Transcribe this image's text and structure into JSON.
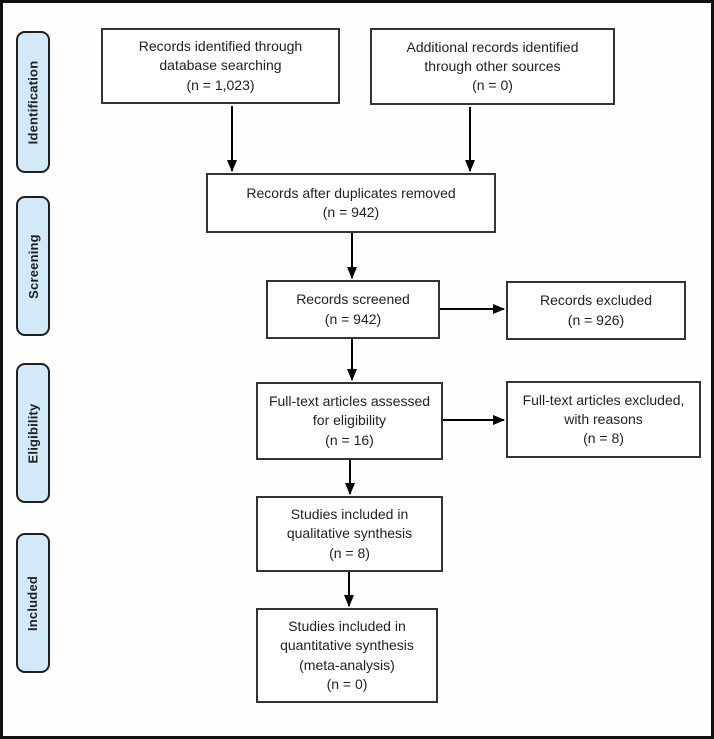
{
  "diagram": {
    "type": "prisma-flow",
    "stages": [
      {
        "label": "Identification"
      },
      {
        "label": "Screening"
      },
      {
        "label": "Eligibility"
      },
      {
        "label": "Included"
      }
    ],
    "boxes": {
      "records_identified": {
        "text": "Records identified through\ndatabase searching\n(n = 1,023)",
        "n": "1,023"
      },
      "additional_records": {
        "text": "Additional records identified\nthrough other sources\n(n = 0)",
        "n": "0"
      },
      "after_duplicates": {
        "text": "Records after duplicates removed\n(n = 942)",
        "n": "942"
      },
      "records_screened": {
        "text": "Records screened\n(n = 942)",
        "n": "942"
      },
      "records_excluded": {
        "text": "Records excluded\n(n = 926)",
        "n": "926"
      },
      "fulltext_assessed": {
        "text": "Full-text articles assessed\nfor eligibility\n(n = 16)",
        "n": "16"
      },
      "fulltext_excluded": {
        "text": "Full-text articles excluded,\nwith reasons\n(n = 8)",
        "n": "8"
      },
      "qualitative": {
        "text": "Studies included in\nqualitative synthesis\n(n = 8)",
        "n": "8"
      },
      "quantitative": {
        "text": "Studies included in\nquantitative synthesis\n(meta-analysis)\n(n = 0)",
        "n": "0"
      }
    },
    "colors": {
      "stage_fill": "#d2e9f7",
      "stage_border": "#1f1f1f",
      "box_border": "#333333",
      "arrow": "#000000",
      "frame_border": "#111111",
      "background": "#ffffff",
      "text": "#1f1f1f"
    }
  }
}
